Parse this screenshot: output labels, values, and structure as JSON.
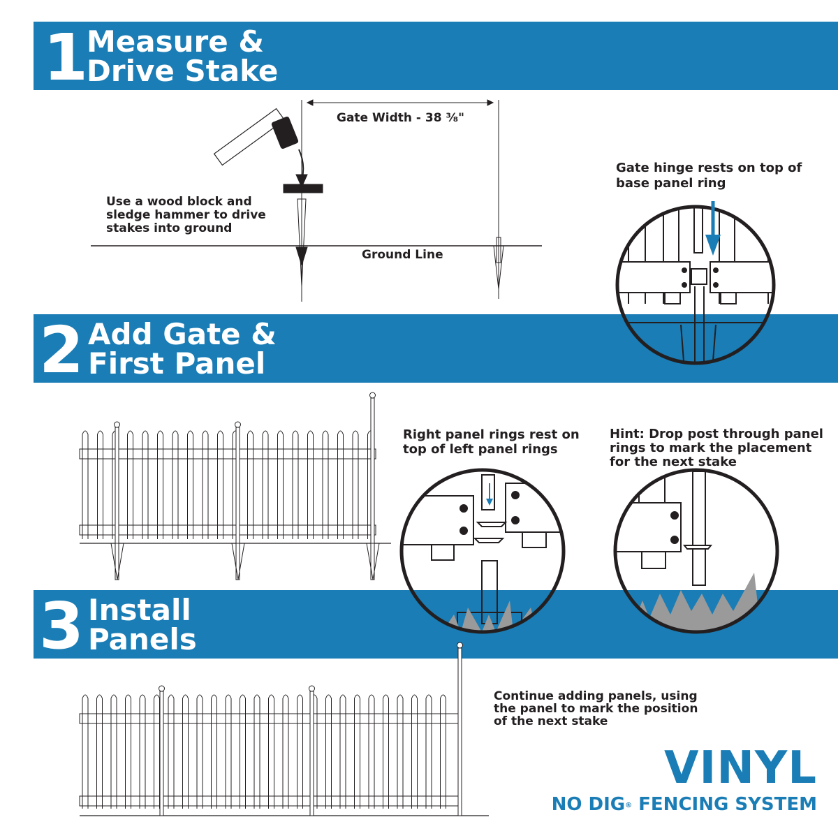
{
  "steps": [
    {
      "number": "1",
      "title_line1": "Measure &",
      "title_line2": "Drive Stake"
    },
    {
      "number": "2",
      "title_line1": "Add Gate &",
      "title_line2": "First Panel"
    },
    {
      "number": "3",
      "title_line1": "Install",
      "title_line2": "Panels"
    }
  ],
  "step1": {
    "dimension_label": "Gate Width - 38 ³⁄₈\"",
    "instruction": "Use a wood block and\nsledge hammer to drive\nstakes into ground",
    "ground_label": "Ground Line",
    "callout": "Gate hinge rests on top of\nbase panel ring"
  },
  "step2": {
    "callout_left": "Right panel rings rest on\ntop of left panel rings",
    "callout_right": "Hint: Drop post through panel\nrings to mark the placement\nfor the next stake"
  },
  "step3": {
    "instruction": "Continue adding panels, using\nthe panel to mark the position\nof the next stake"
  },
  "brand": {
    "title": "VINYL",
    "subtitle_prefix": "NO DIG",
    "registered_mark": "®",
    "subtitle_suffix": " FENCING SYSTEM"
  },
  "colors": {
    "accent_blue": "#1a7db5",
    "text": "#231f20",
    "grass": "#9a9a9a"
  }
}
